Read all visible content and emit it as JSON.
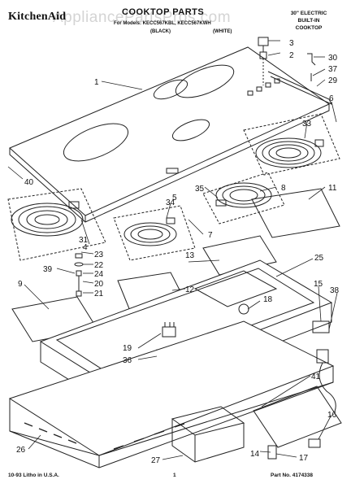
{
  "header": {
    "brand": "KitchenAid",
    "title": "COOKTOP PARTS",
    "models_line1": "For Models: KECC567KBL, KECC567KWH",
    "variant_black": "(BLACK)",
    "variant_white": "(WHITE)",
    "spec_lines": [
      "30\" ELECTRIC",
      "BUILT-IN",
      "COOKTOP"
    ],
    "watermark": "AppliancePartsPros.com"
  },
  "footer": {
    "litho": "10-93 Litho in U.S.A.",
    "page": "1",
    "part_no": "Part No. 4174338"
  },
  "callouts": {
    "c1": "1",
    "c2": "2",
    "c3": "3",
    "c4": "4",
    "c5": "5",
    "c6": "6",
    "c7": "7",
    "c8": "8",
    "c9": "9",
    "c11": "11",
    "c12": "12",
    "c13": "13",
    "c14": "14",
    "c15": "15",
    "c16": "16",
    "c17": "17",
    "c18": "18",
    "c19": "19",
    "c20": "20",
    "c21": "21",
    "c22": "22",
    "c23": "23",
    "c24": "24",
    "c25": "25",
    "c26": "26",
    "c27": "27",
    "c29": "29",
    "c30": "30",
    "c31": "31",
    "c33": "33",
    "c34": "34",
    "c35": "35",
    "c36": "36",
    "c37": "37",
    "c38": "38",
    "c39": "39",
    "c40": "40",
    "c41": "41"
  }
}
